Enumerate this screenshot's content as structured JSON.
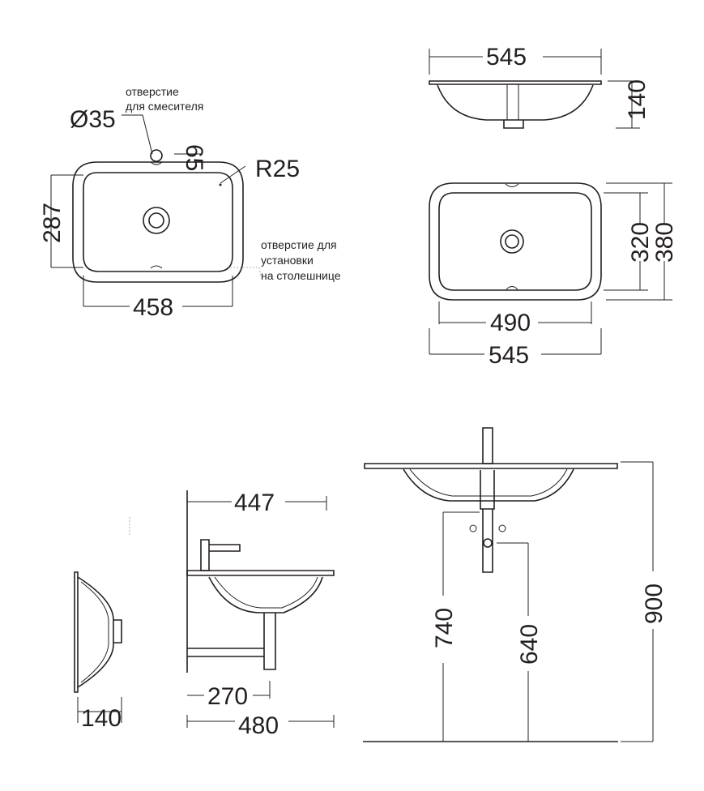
{
  "top_view": {
    "hole_diameter": "Ø35",
    "mixer_hole_note": [
      "отверстие",
      "для смесителя"
    ],
    "hole_offset": "65",
    "radius": "R25",
    "height": "287",
    "width": "458",
    "mount_hole_note": [
      "отверстие для",
      "установки",
      "на столешнице"
    ]
  },
  "front_view": {
    "width": "545",
    "depth": "140"
  },
  "plan_view": {
    "inner_height": "320",
    "outer_height": "380",
    "inner_width": "490",
    "outer_width": "545"
  },
  "side_section": {
    "depth": "140"
  },
  "side_install": {
    "projection": "447",
    "drain_offset": "270",
    "total_depth": "480"
  },
  "front_install": {
    "height_740": "740",
    "height_640": "640",
    "height_900": "900"
  }
}
